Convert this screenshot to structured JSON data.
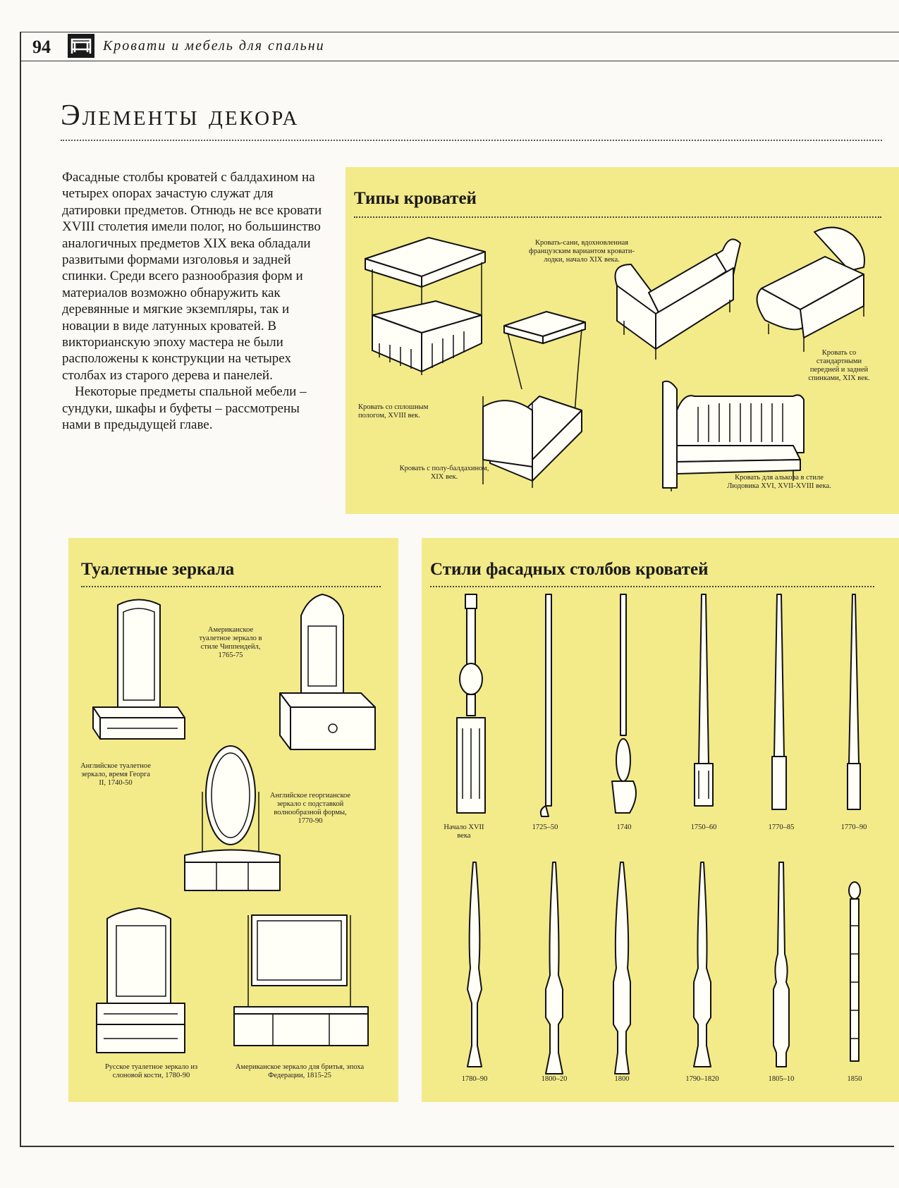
{
  "header": {
    "page_number": "94",
    "running_title": "Кровати и мебель для спальни"
  },
  "title": "Элементы декора",
  "intro": {
    "p1": "Фасадные столбы кроватей с балдахином на четырех опорах зачастую служат для датировки предметов. Отнюдь не все кровати XVIII столетия имели полог, но большинство аналогичных предметов XIX века обладали развитыми формами изголовья и задней спинки. Среди всего разнообразия форм и материалов возможно обнаружить как деревянные и мягкие экземпляры, так и новации в виде латунных кроватей. В викторианскую эпоху мастера не были расположены к конструкции на четырех столбах из старого дерева и панелей.",
    "p2": "Некоторые предметы спальной мебели – сундуки, шкафы и буфеты – рассмотрены нами в предыдущей главе."
  },
  "beds": {
    "title": "Типы кроватей",
    "captions": {
      "canopy": "Кровать со сплошным пологом, XVIII век.",
      "half_tester": "Кровать с полу-балдахином, XIX век.",
      "sleigh": "Кровать-сани, вдохновленная французским вариантом кровати-лодки, начало XIX века.",
      "standard": "Кровать со стандартными передней и задней спинками, XIX век.",
      "alcove": "Кровать для алькова в стиле Людовика XVI, XVII-XVIII века."
    }
  },
  "mirrors": {
    "title": "Туалетные зеркала",
    "captions": {
      "english_george": "Английское туалетное зеркало, время Георга II, 1740-50",
      "american_chippendale": "Американское туалетное зеркало в стиле Чиппендейл, 1765-75",
      "english_georgian": "Английское георгианское зеркало с подставкой волнообразной формы, 1770-90",
      "russian_ivory": "Русское туалетное зеркало из слоновой кости, 1780-90",
      "american_shaving": "Американское зеркало для бритья, эпоха Федерации, 1815-25"
    }
  },
  "posts": {
    "title": "Стили фасадных столбов кроватей",
    "row1": [
      "Начало XVII века",
      "1725–50",
      "1740",
      "1750–60",
      "1770–85",
      "1770–90"
    ],
    "row2": [
      "1780–90",
      "1800–20",
      "1800",
      "1790–1820",
      "1805–10",
      "1850"
    ]
  }
}
